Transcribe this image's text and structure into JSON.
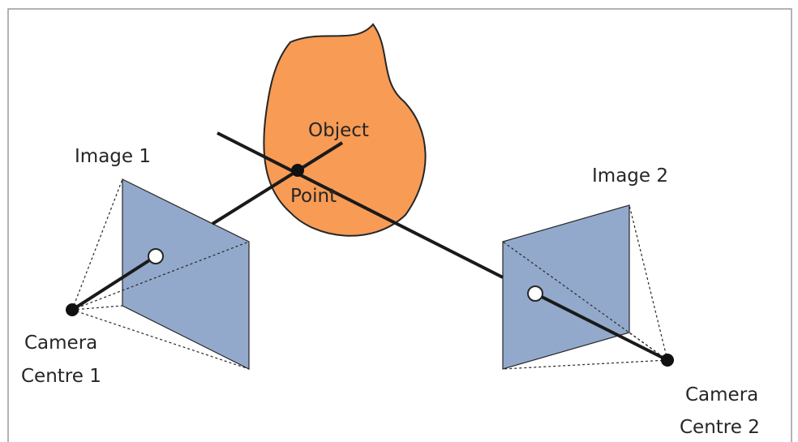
{
  "labels": {
    "object": "Object",
    "point": "Point",
    "image_1": "Image 1",
    "image_2": "Image 2",
    "camera_centre_1_line1": "Camera",
    "camera_centre_1_line2": "Centre 1",
    "camera_centre_2_line1": "Camera",
    "camera_centre_2_line2": "Centre 2"
  },
  "colors": {
    "object_fill": "#F79B55",
    "image_plane_fill": "#93A9CB",
    "outline": "#262626",
    "frame": "#9a9a9a"
  }
}
